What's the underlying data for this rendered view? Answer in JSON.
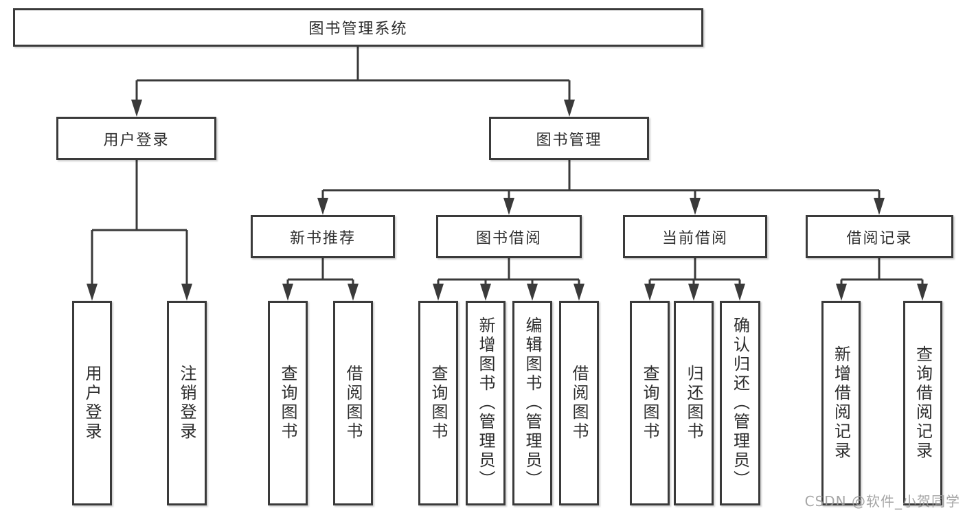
{
  "diagram_type": "hierarchy-tree",
  "colors": {
    "line": "#3a3a3a",
    "box_border": "#3a3a3a",
    "box_fill": "#ffffff",
    "text": "#2d2d2d",
    "watermark": "#9b9b9b",
    "background": "#ffffff"
  },
  "tree": {
    "root": {
      "label": "图书管理系统",
      "children": [
        {
          "label": "用户登录",
          "children": [
            {
              "label": "用户登录"
            },
            {
              "label": "注销登录"
            }
          ]
        },
        {
          "label": "图书管理",
          "children": [
            {
              "label": "新书推荐",
              "children": [
                {
                  "label": "查询图书"
                },
                {
                  "label": "借阅图书"
                }
              ]
            },
            {
              "label": "图书借阅",
              "children": [
                {
                  "label": "查询图书"
                },
                {
                  "label": "新增图书（管理员）"
                },
                {
                  "label": "编辑图书（管理员）"
                },
                {
                  "label": "借阅图书"
                }
              ]
            },
            {
              "label": "当前借阅",
              "children": [
                {
                  "label": "查询图书"
                },
                {
                  "label": "归还图书"
                },
                {
                  "label": "确认归还（管理员）"
                }
              ]
            },
            {
              "label": "借阅记录",
              "children": [
                {
                  "label": "新增借阅记录"
                },
                {
                  "label": "查询借阅记录"
                }
              ]
            }
          ]
        }
      ]
    }
  },
  "watermark": {
    "text": "CSDN @软件_小贺同学"
  }
}
